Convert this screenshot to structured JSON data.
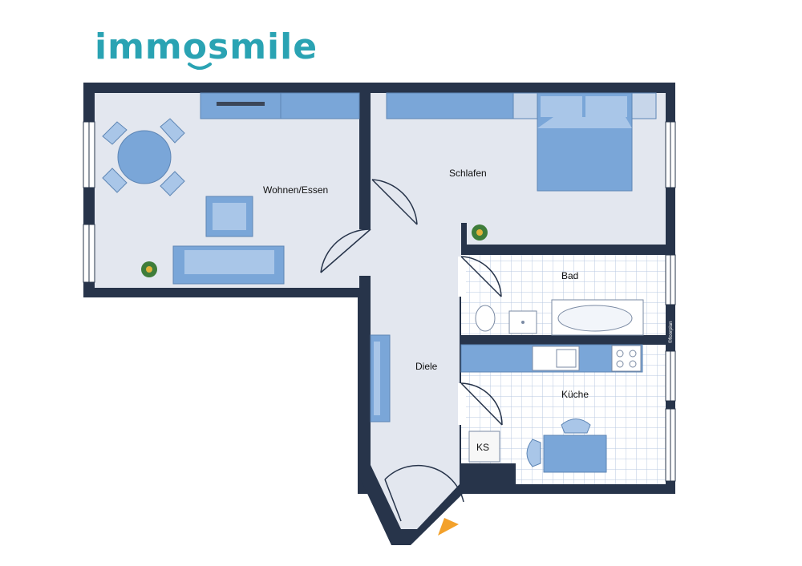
{
  "brand": {
    "logo_text": "immosmile",
    "color": "#2aa3b3"
  },
  "rooms": {
    "wohnen": "Wohnen/Essen",
    "schlafen": "Schlafen",
    "bad": "Bad",
    "diele": "Diele",
    "kueche": "Küche"
  },
  "appliances": {
    "fridge": "KS"
  },
  "watermark": "©floorplan",
  "colors": {
    "wall": "#27344a",
    "floor": "#e3e7ef",
    "tile": "#ffffff",
    "tile_line": "#b9c9e2",
    "furniture": "#7aa6d8",
    "furniture_light": "#a9c6e8",
    "entrance_marker": "#f3a12b"
  }
}
